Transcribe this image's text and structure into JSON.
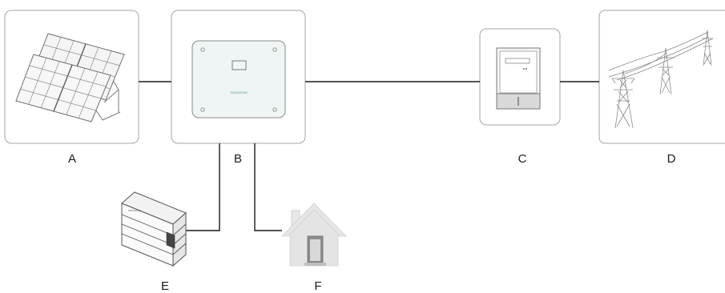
{
  "components": {
    "pv": {
      "label": "A",
      "icon": "solar-panel-array-icon"
    },
    "inverter": {
      "label": "B",
      "icon": "inverter-icon",
      "brand": "SUNGROW"
    },
    "meter": {
      "label": "C",
      "icon": "energy-meter-icon"
    },
    "grid": {
      "label": "D",
      "icon": "power-grid-tower-icon"
    },
    "battery": {
      "label": "E",
      "icon": "battery-stack-icon",
      "brand": "SUNGROW"
    },
    "load": {
      "label": "F",
      "icon": "house-icon"
    }
  },
  "colors": {
    "frame_border": "#a6a6a6",
    "wire": "#1a1a1a",
    "panel_fill": "#f2f2f2",
    "inverter_face": "#eef5f4",
    "house_fill": "#e4e4e4"
  }
}
